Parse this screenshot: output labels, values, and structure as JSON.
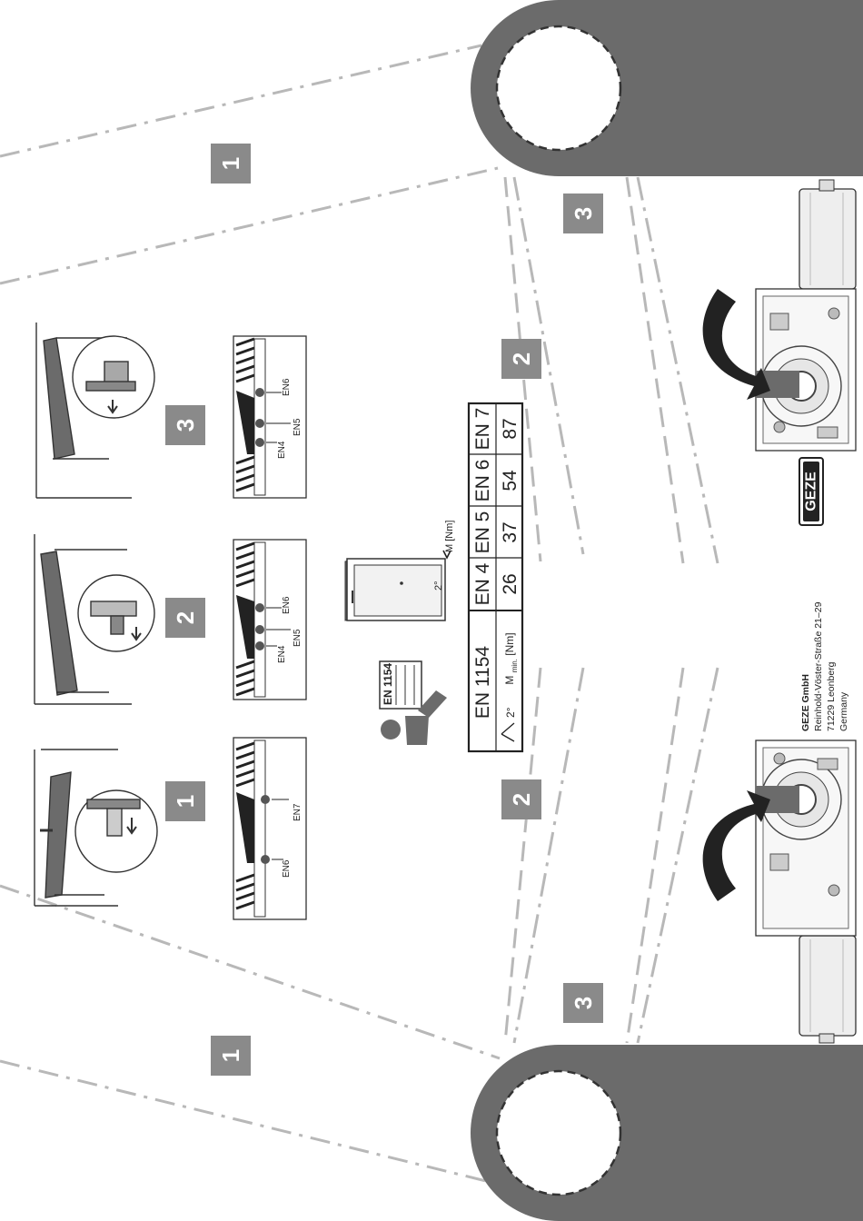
{
  "colors": {
    "template_gray": "#6b6b6b",
    "badge_gray": "#8a8a8a",
    "dashed_line": "#b8b8b8",
    "dark": "#333333"
  },
  "badges": {
    "top": {
      "one": "1",
      "three": "3",
      "two": "2"
    },
    "bottom": {
      "one": "1",
      "three": "3",
      "two": "2"
    },
    "install_steps": {
      "one": "1",
      "two": "2",
      "three": "3"
    }
  },
  "install": {
    "step1": {
      "labels": [
        "EN6",
        "EN7"
      ]
    },
    "step2": {
      "labels": [
        "EN6",
        "EN4",
        "EN5"
      ]
    },
    "step3": {
      "labels": [
        "EN6",
        "EN4",
        "EN5"
      ]
    }
  },
  "standard_icon": {
    "label": "EN 1154"
  },
  "door_diagram": {
    "angle_label": "2°",
    "moment_label": "M [Nm]"
  },
  "table": {
    "standard": "EN 1154",
    "angle": "2°",
    "moment_label": "M",
    "moment_sub": "min.",
    "moment_unit": "[Nm]",
    "classes": [
      "EN 4",
      "EN 5",
      "EN 6",
      "EN 7"
    ],
    "values": [
      "26",
      "37",
      "54",
      "87"
    ]
  },
  "brand": {
    "logo": "GEZE"
  },
  "address": {
    "company": "GEZE GmbH",
    "street": "Reinhold-Vöster-Straße 21–29",
    "city": "71229 Leonberg",
    "country": "Germany"
  }
}
